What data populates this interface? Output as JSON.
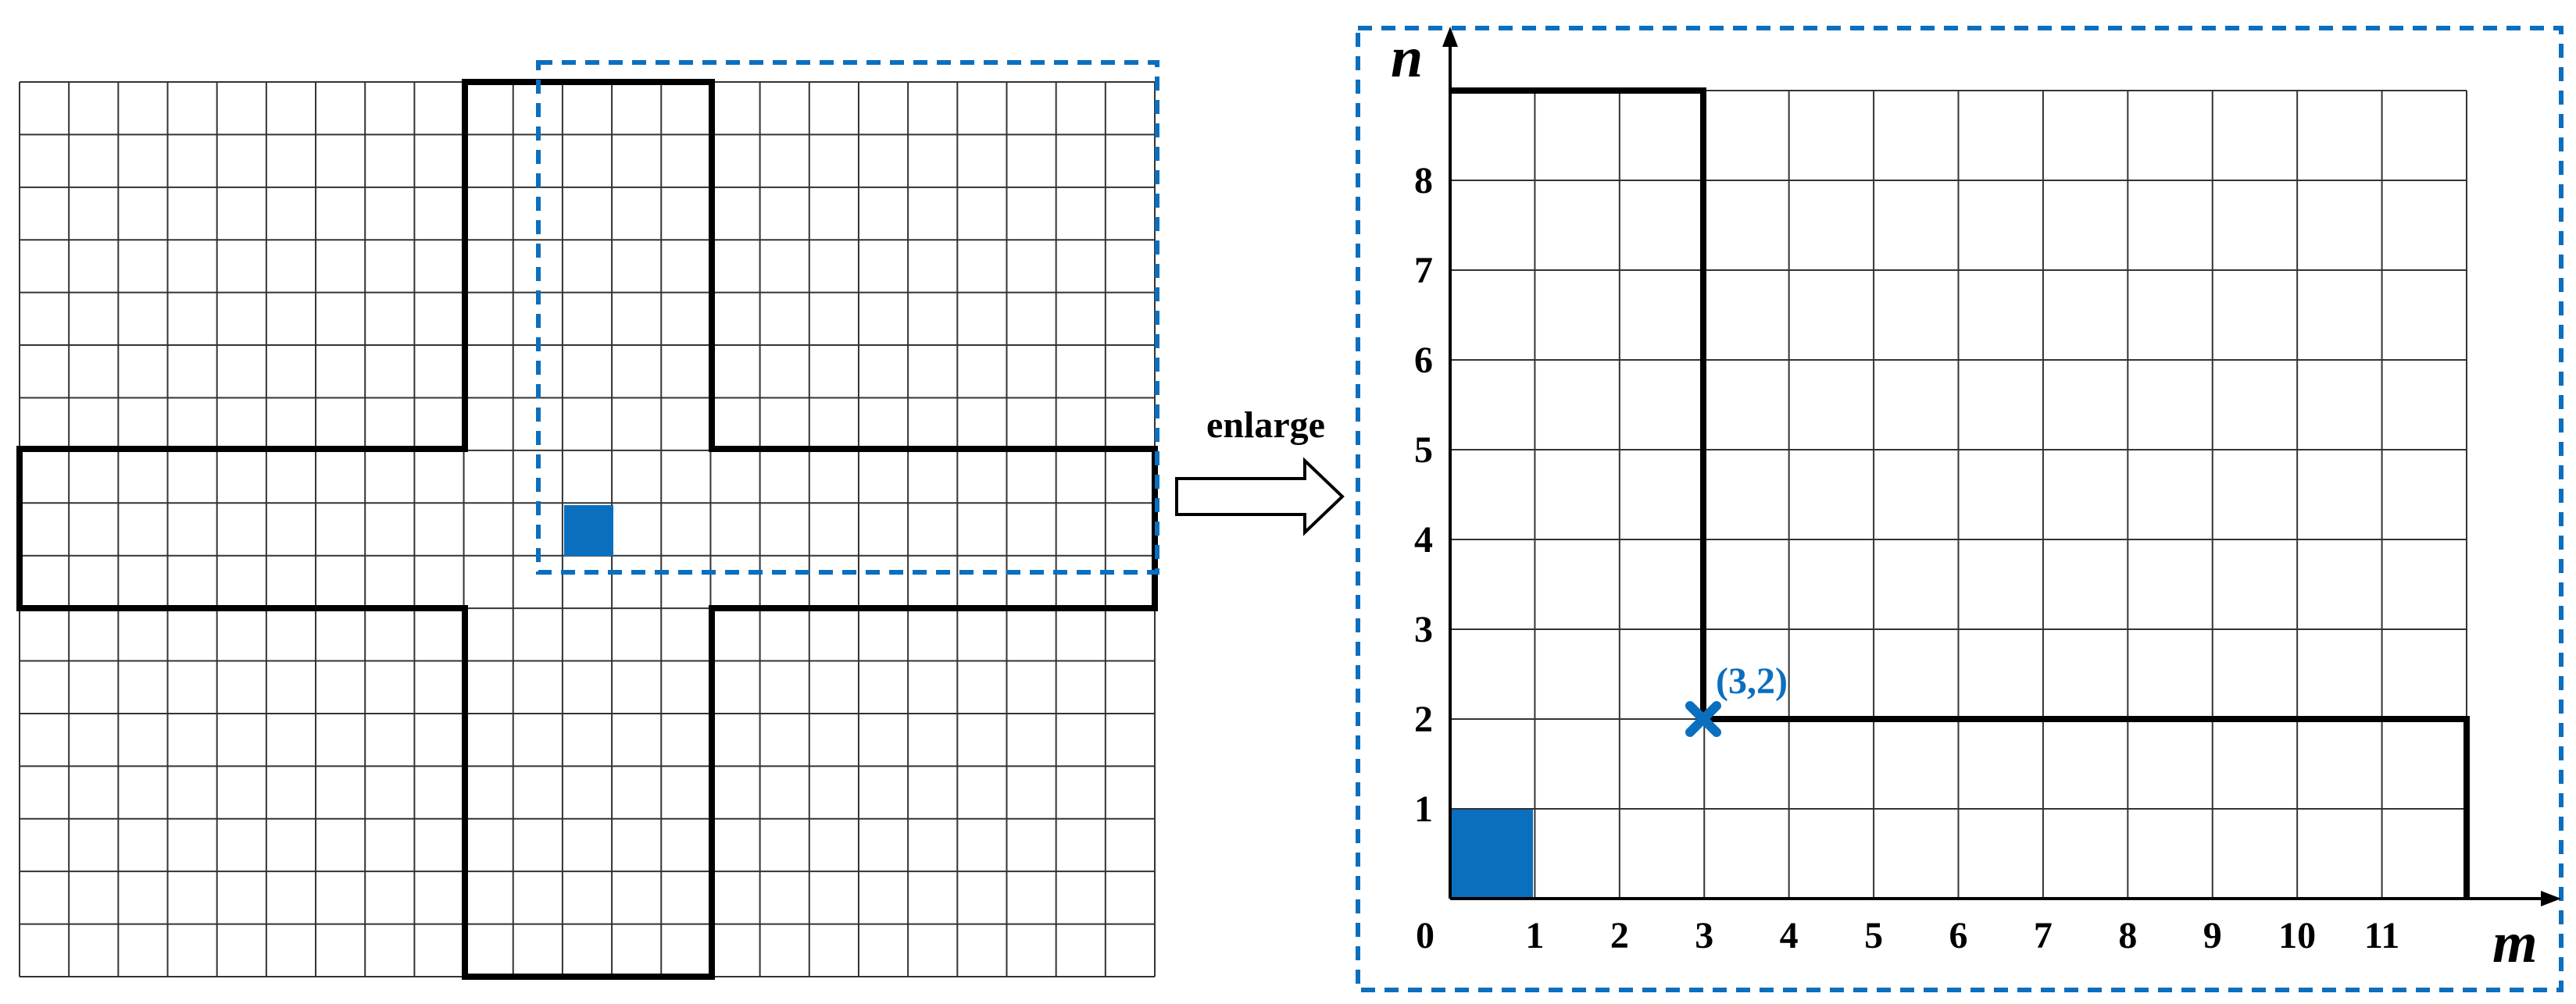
{
  "left_grid": {
    "cols": 23,
    "rows": 17
  },
  "right_grid": {
    "cols": 12,
    "rows": 9
  },
  "arrow_label": "enlarge",
  "axis": {
    "x_label": "m",
    "y_label": "n"
  },
  "x_ticks": [
    "0",
    "1",
    "2",
    "3",
    "4",
    "5",
    "6",
    "7",
    "8",
    "9",
    "10",
    "11"
  ],
  "y_ticks": [
    "1",
    "2",
    "3",
    "4",
    "5",
    "6",
    "7",
    "8"
  ],
  "point": {
    "label": "(3,2)",
    "m": 3,
    "n": 2
  },
  "colors": {
    "accent": "#0b6fbf",
    "line": "#000000",
    "grid": "#333333"
  }
}
